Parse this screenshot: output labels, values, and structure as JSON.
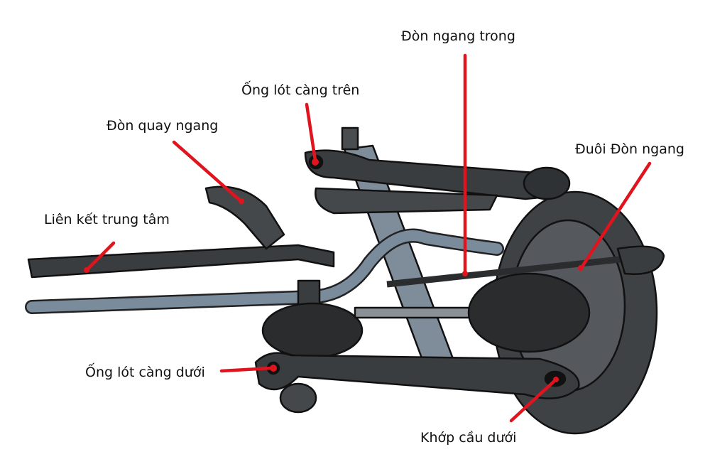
{
  "diagram": {
    "labels": {
      "inner_tie_rod": "Đòn ngang trong",
      "upper_arm_bushing": "Ống lót càng trên",
      "pitman_arm": "Đòn quay ngang",
      "tie_rod_end": "Đuôi Đòn ngang",
      "center_link": "Liên kết trung tâm",
      "lower_arm_bushing": "Ống lót càng dưới",
      "lower_ball_joint": "Khớp cầu dưới"
    },
    "colors": {
      "leader": "#e0141e",
      "part_dark": "#3a3d40",
      "part_mid": "#5a5e62",
      "sway_bar": "#6f8091",
      "outline": "#111111"
    }
  }
}
